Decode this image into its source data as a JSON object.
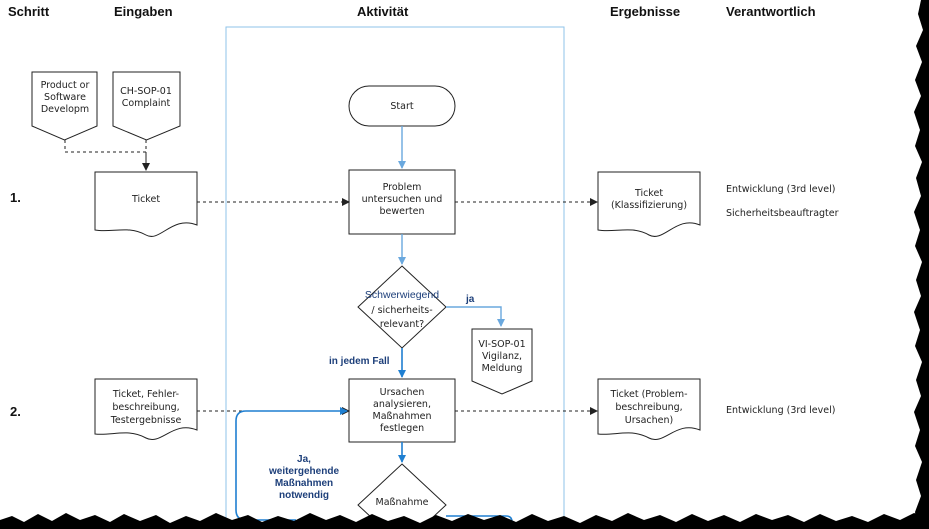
{
  "headers": {
    "schritt": "Schritt",
    "eingaben": "Eingaben",
    "aktivitaet": "Aktivität",
    "ergebnisse": "Ergebnisse",
    "verantwortlich": "Verantwortlich"
  },
  "steps": {
    "step1": "1.",
    "step2": "2."
  },
  "inputs": {
    "product_doc": [
      "Product or",
      "Software",
      "Developm"
    ],
    "complaint_doc": [
      "CH-SOP-01",
      "Complaint"
    ],
    "ticket": "Ticket",
    "ticket_details": [
      "Ticket, Fehler-",
      "beschreibung,",
      "Testergebnisse"
    ]
  },
  "activities": {
    "start": "Start",
    "investigate": [
      "Problem",
      "untersuchen und",
      "bewerten"
    ],
    "decision_relevant": [
      "Schwerwiegend",
      "/ sicherheits-",
      "relevant?"
    ],
    "causes": [
      "Ursachen",
      "analysieren,",
      "Maßnahmen",
      "festlegen"
    ],
    "decision_measures": [
      "Maßnahme"
    ]
  },
  "edge_labels": {
    "yes": "ja",
    "any_case": "in jedem Fall",
    "yes_further": [
      "Ja,",
      "weitergehende",
      "Maßnahmen",
      "notwendig"
    ]
  },
  "outputs": {
    "ticket_class": [
      "Ticket",
      "(Klassifizierung)"
    ],
    "vigilance": [
      "VI-SOP-01",
      "Vigilanz,",
      "Meldung"
    ],
    "ticket_problem": [
      "Ticket (Problem-",
      "beschreibung,",
      "Ursachen)"
    ]
  },
  "responsible": {
    "step1_a": "Entwicklung (3rd level)",
    "step1_b": "Sicherheitsbeauftragter",
    "step2": "Entwicklung (3rd level)"
  }
}
